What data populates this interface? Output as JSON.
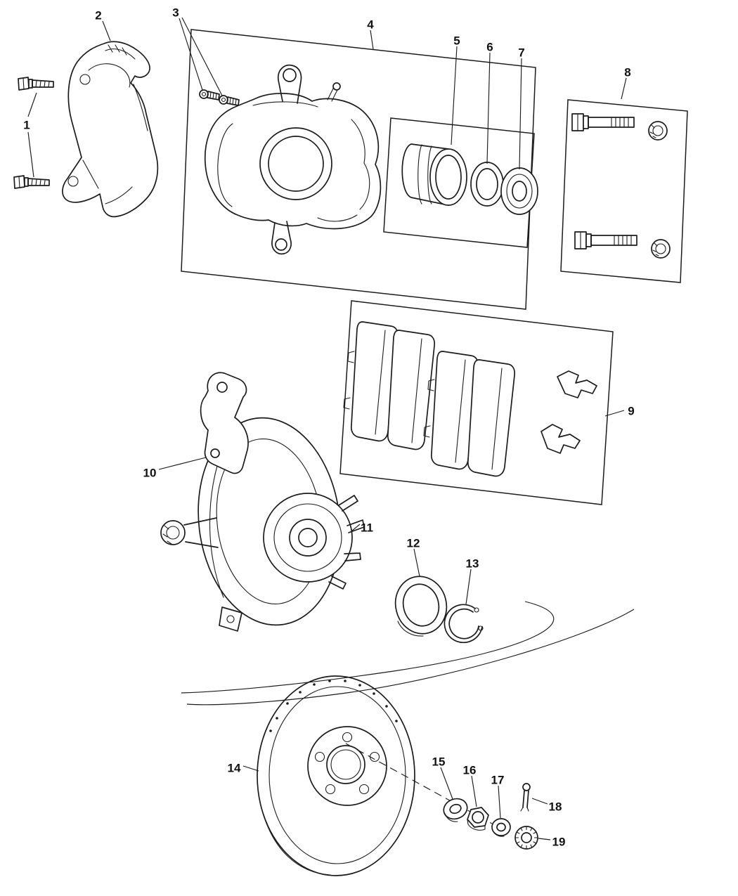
{
  "figure": {
    "background_color": "#ffffff",
    "line_color": "#1c1c1c",
    "callouts": [
      {
        "label": "1"
      },
      {
        "label": "2"
      },
      {
        "label": "3"
      },
      {
        "label": "4"
      },
      {
        "label": "5"
      },
      {
        "label": "6"
      },
      {
        "label": "7"
      },
      {
        "label": "8"
      },
      {
        "label": "9"
      },
      {
        "label": "10"
      },
      {
        "label": "11"
      },
      {
        "label": "12"
      },
      {
        "label": "13"
      },
      {
        "label": "14"
      },
      {
        "label": "15"
      },
      {
        "label": "16"
      },
      {
        "label": "17"
      },
      {
        "label": "18"
      },
      {
        "label": "19"
      }
    ]
  }
}
